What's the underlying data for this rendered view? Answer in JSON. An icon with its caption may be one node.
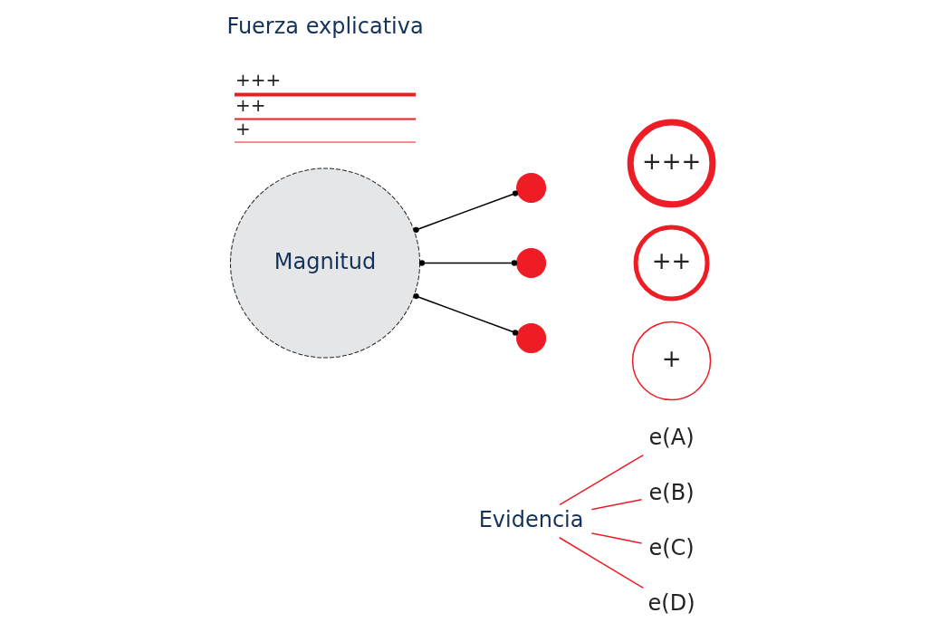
{
  "diagram": {
    "nodes": [
      {
        "text": [
          "Magnitud"
        ]
      },
      {
        "text": [],
        "shape": "circle"
      },
      {
        "text": [
          "+++"
        ]
      },
      {
        "text": [],
        "shape": "circle"
      },
      {
        "text": [
          "++"
        ]
      },
      {
        "text": [],
        "shape": "circle"
      },
      {
        "text": [
          "+"
        ]
      },
      {
        "text": [
          "Evidencia"
        ]
      },
      {
        "text": [
          "e(A)"
        ]
      },
      {
        "text": [
          "e(B)"
        ]
      },
      {
        "text": [
          "e(C)"
        ]
      },
      {
        "text": [
          "e(D)"
        ]
      }
    ],
    "edges": [
      {
        "from": 0,
        "to": 1,
        "arrow": "other",
        "color": "#000000"
      },
      {
        "from": 0,
        "to": 3,
        "arrow": "other",
        "color": "#000000"
      },
      {
        "from": 0,
        "to": 5,
        "arrow": "other",
        "color": "#000000"
      },
      {
        "from": 7,
        "to": 8,
        "arrow": "none"
      },
      {
        "from": 7,
        "to": 9,
        "arrow": "none"
      },
      {
        "from": 7,
        "to": 10,
        "arrow": "none"
      },
      {
        "from": 7,
        "to": 11,
        "arrow": "none"
      }
    ],
    "labels": [
      "Fuerza explicativa"
    ],
    "legend": [
      {
        "text": "+++"
      },
      {
        "text": "++"
      },
      {
        "text": "+"
      }
    ]
  }
}
